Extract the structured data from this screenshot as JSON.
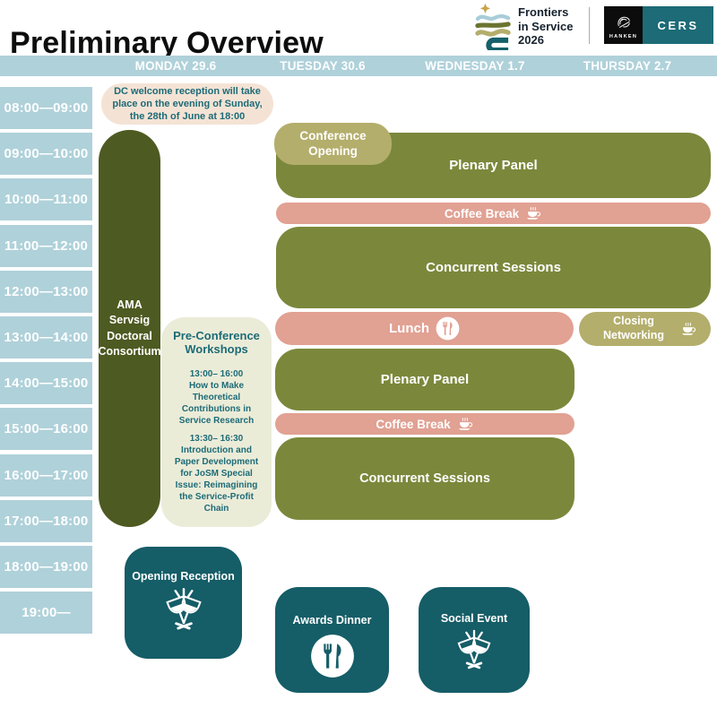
{
  "header": {
    "title": "Preliminary Overview",
    "logo": {
      "line1": "Frontiers",
      "line2": "in Service",
      "line3": "2026"
    },
    "hanken": "HANKEN",
    "cers": "CERS"
  },
  "days": [
    "MONDAY 29.6",
    "TUESDAY 30.6",
    "WEDNESDAY 1.7",
    "THURSDAY 2.7"
  ],
  "time_slots": [
    "08:00—09:00",
    "09:00—10:00",
    "10:00—11:00",
    "11:00—12:00",
    "12:00—13:00",
    "13:00—14:00",
    "14:00—15:00",
    "15:00—16:00",
    "16:00—17:00",
    "17:00—18:00",
    "18:00—19:00",
    "19:00—"
  ],
  "note": "DC welcome reception will take place on the evening of Sunday, the 28th of June at 18:00",
  "events": {
    "ama": "AMA Servsig Doctoral Consortium",
    "conference_opening": "Conference Opening",
    "plenary_panel_1": "Plenary Panel",
    "coffee_break_1": "Coffee Break",
    "concurrent_sessions_1": "Concurrent Sessions",
    "lunch": "Lunch",
    "closing_networking": "Closing Networking",
    "plenary_panel_2": "Plenary Panel",
    "coffee_break_2": "Coffee Break",
    "concurrent_sessions_2": "Concurrent Sessions",
    "opening_reception": "Opening Reception",
    "awards_dinner": "Awards Dinner",
    "social_event": "Social Event"
  },
  "preconference": {
    "title": "Pre-Conference Workshops",
    "workshops": [
      {
        "time": "13:00– 16:00",
        "name": "How to Make Theoretical Contributions in Service Research"
      },
      {
        "time": "13:30– 16:30",
        "name": "Introduction and Paper Development for JoSM Special Issue: Reimagining the Service-Profit Chain"
      }
    ]
  },
  "colors": {
    "light_blue": "#afd1da",
    "olive_green": "#7b883b",
    "dark_olive": "#4d5a21",
    "khaki": "#b4ae6c",
    "pink": "#e1a193",
    "cream": "#ebecd8",
    "peach": "#f4e3d5",
    "teal": "#155d67",
    "teal_text": "#1d6b77",
    "logo_gold": "#c9a24a"
  }
}
